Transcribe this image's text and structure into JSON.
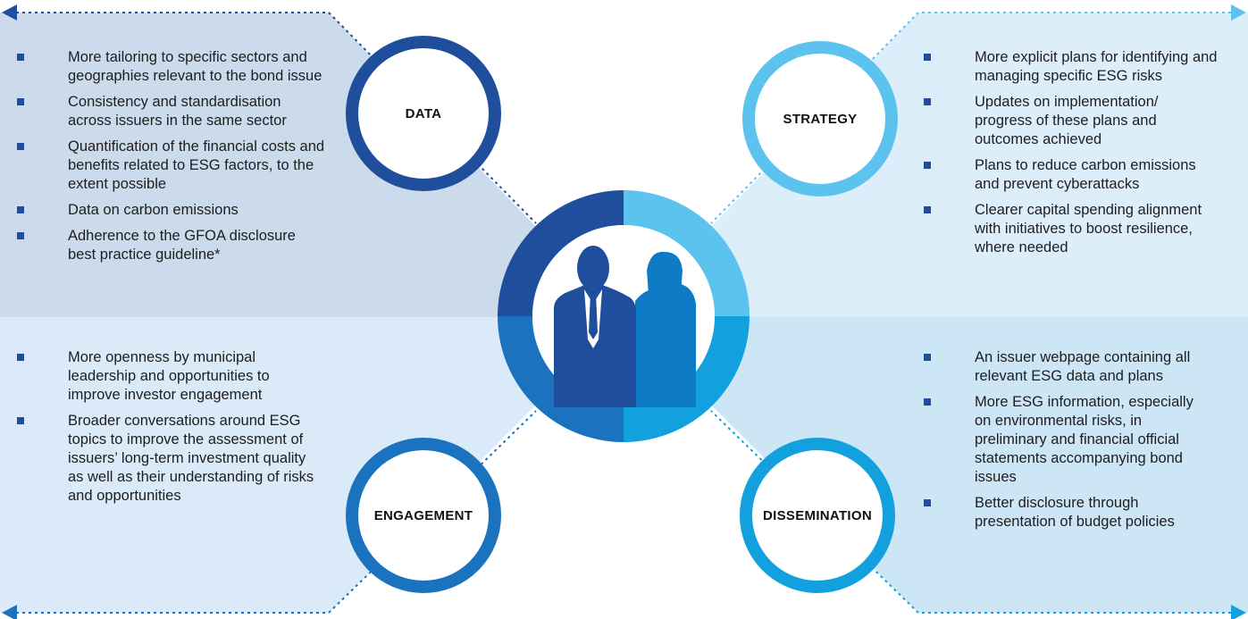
{
  "colors": {
    "quadrant_top_left": "#ccdbeb",
    "quadrant_top_right": "#ddeefb",
    "quadrant_bottom_left": "#dbeaf8",
    "quadrant_bottom_right": "#cce6f6",
    "dark_blue": "#1f4e9c",
    "light_blue": "#5cc3ef",
    "mid_blue": "#1b73bf",
    "cyan_blue": "#13a0df",
    "bullet": "#1f4e9c"
  },
  "center_icon": "business-people-silhouette-icon",
  "sections": {
    "data": {
      "label": "DATA",
      "items": [
        "More tailoring to specific sectors and geographies relevant to the bond issue",
        "Consistency and standardisation across issuers in the same sector",
        "Quantification of the financial costs and benefits related to ESG factors, to the extent possible",
        "Data on carbon emissions",
        "Adherence to the GFOA disclosure best practice guideline*"
      ]
    },
    "strategy": {
      "label": "STRATEGY",
      "items": [
        "More explicit plans for identifying and managing specific ESG risks",
        "Updates on implementation/ progress of these plans and outcomes achieved",
        "Plans to reduce carbon emissions and prevent cyberattacks",
        "Clearer capital spending alignment with initiatives to boost resilience, where needed"
      ]
    },
    "engagement": {
      "label": "ENGAGEMENT",
      "items": [
        "More openness by municipal leadership and opportunities to improve investor engagement",
        "Broader conversations around ESG topics to improve the assessment of issuers’ long-term investment quality as well as their understanding of risks and opportunities"
      ]
    },
    "dissemination": {
      "label": "DISSEMINATION",
      "items": [
        "An issuer webpage containing all relevant ESG data and plans",
        "More ESG information, especially on environmental risks, in preliminary and financial official statements accompanying bond issues",
        "Better disclosure through presentation of budget policies"
      ]
    }
  }
}
